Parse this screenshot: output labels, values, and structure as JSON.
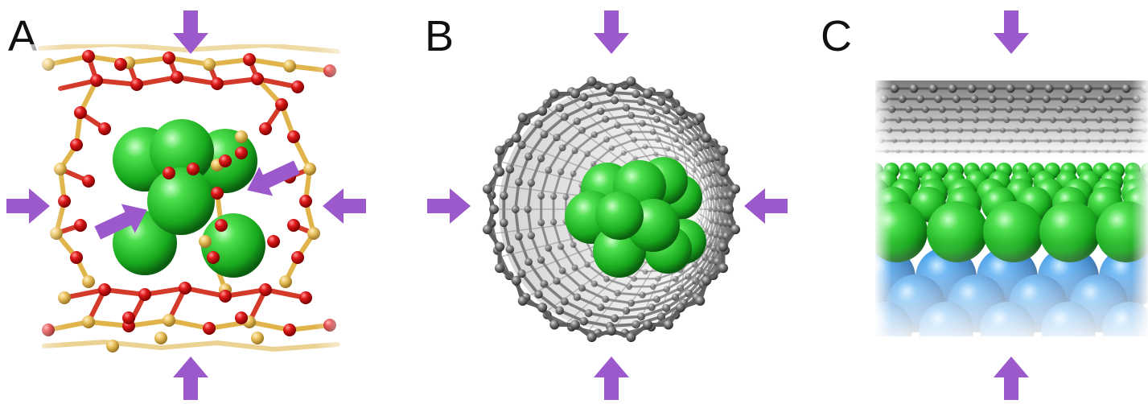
{
  "panels": [
    {
      "label": "A"
    },
    {
      "label": "B"
    },
    {
      "label": "C"
    }
  ],
  "colors": {
    "arrow": "#9b59cc",
    "sphere_green": "#22c02a",
    "sphere_blue": "#1c7fd6",
    "oxygen": "#d81414",
    "silicon": "#e8bf5a",
    "carbon": "#707070"
  }
}
